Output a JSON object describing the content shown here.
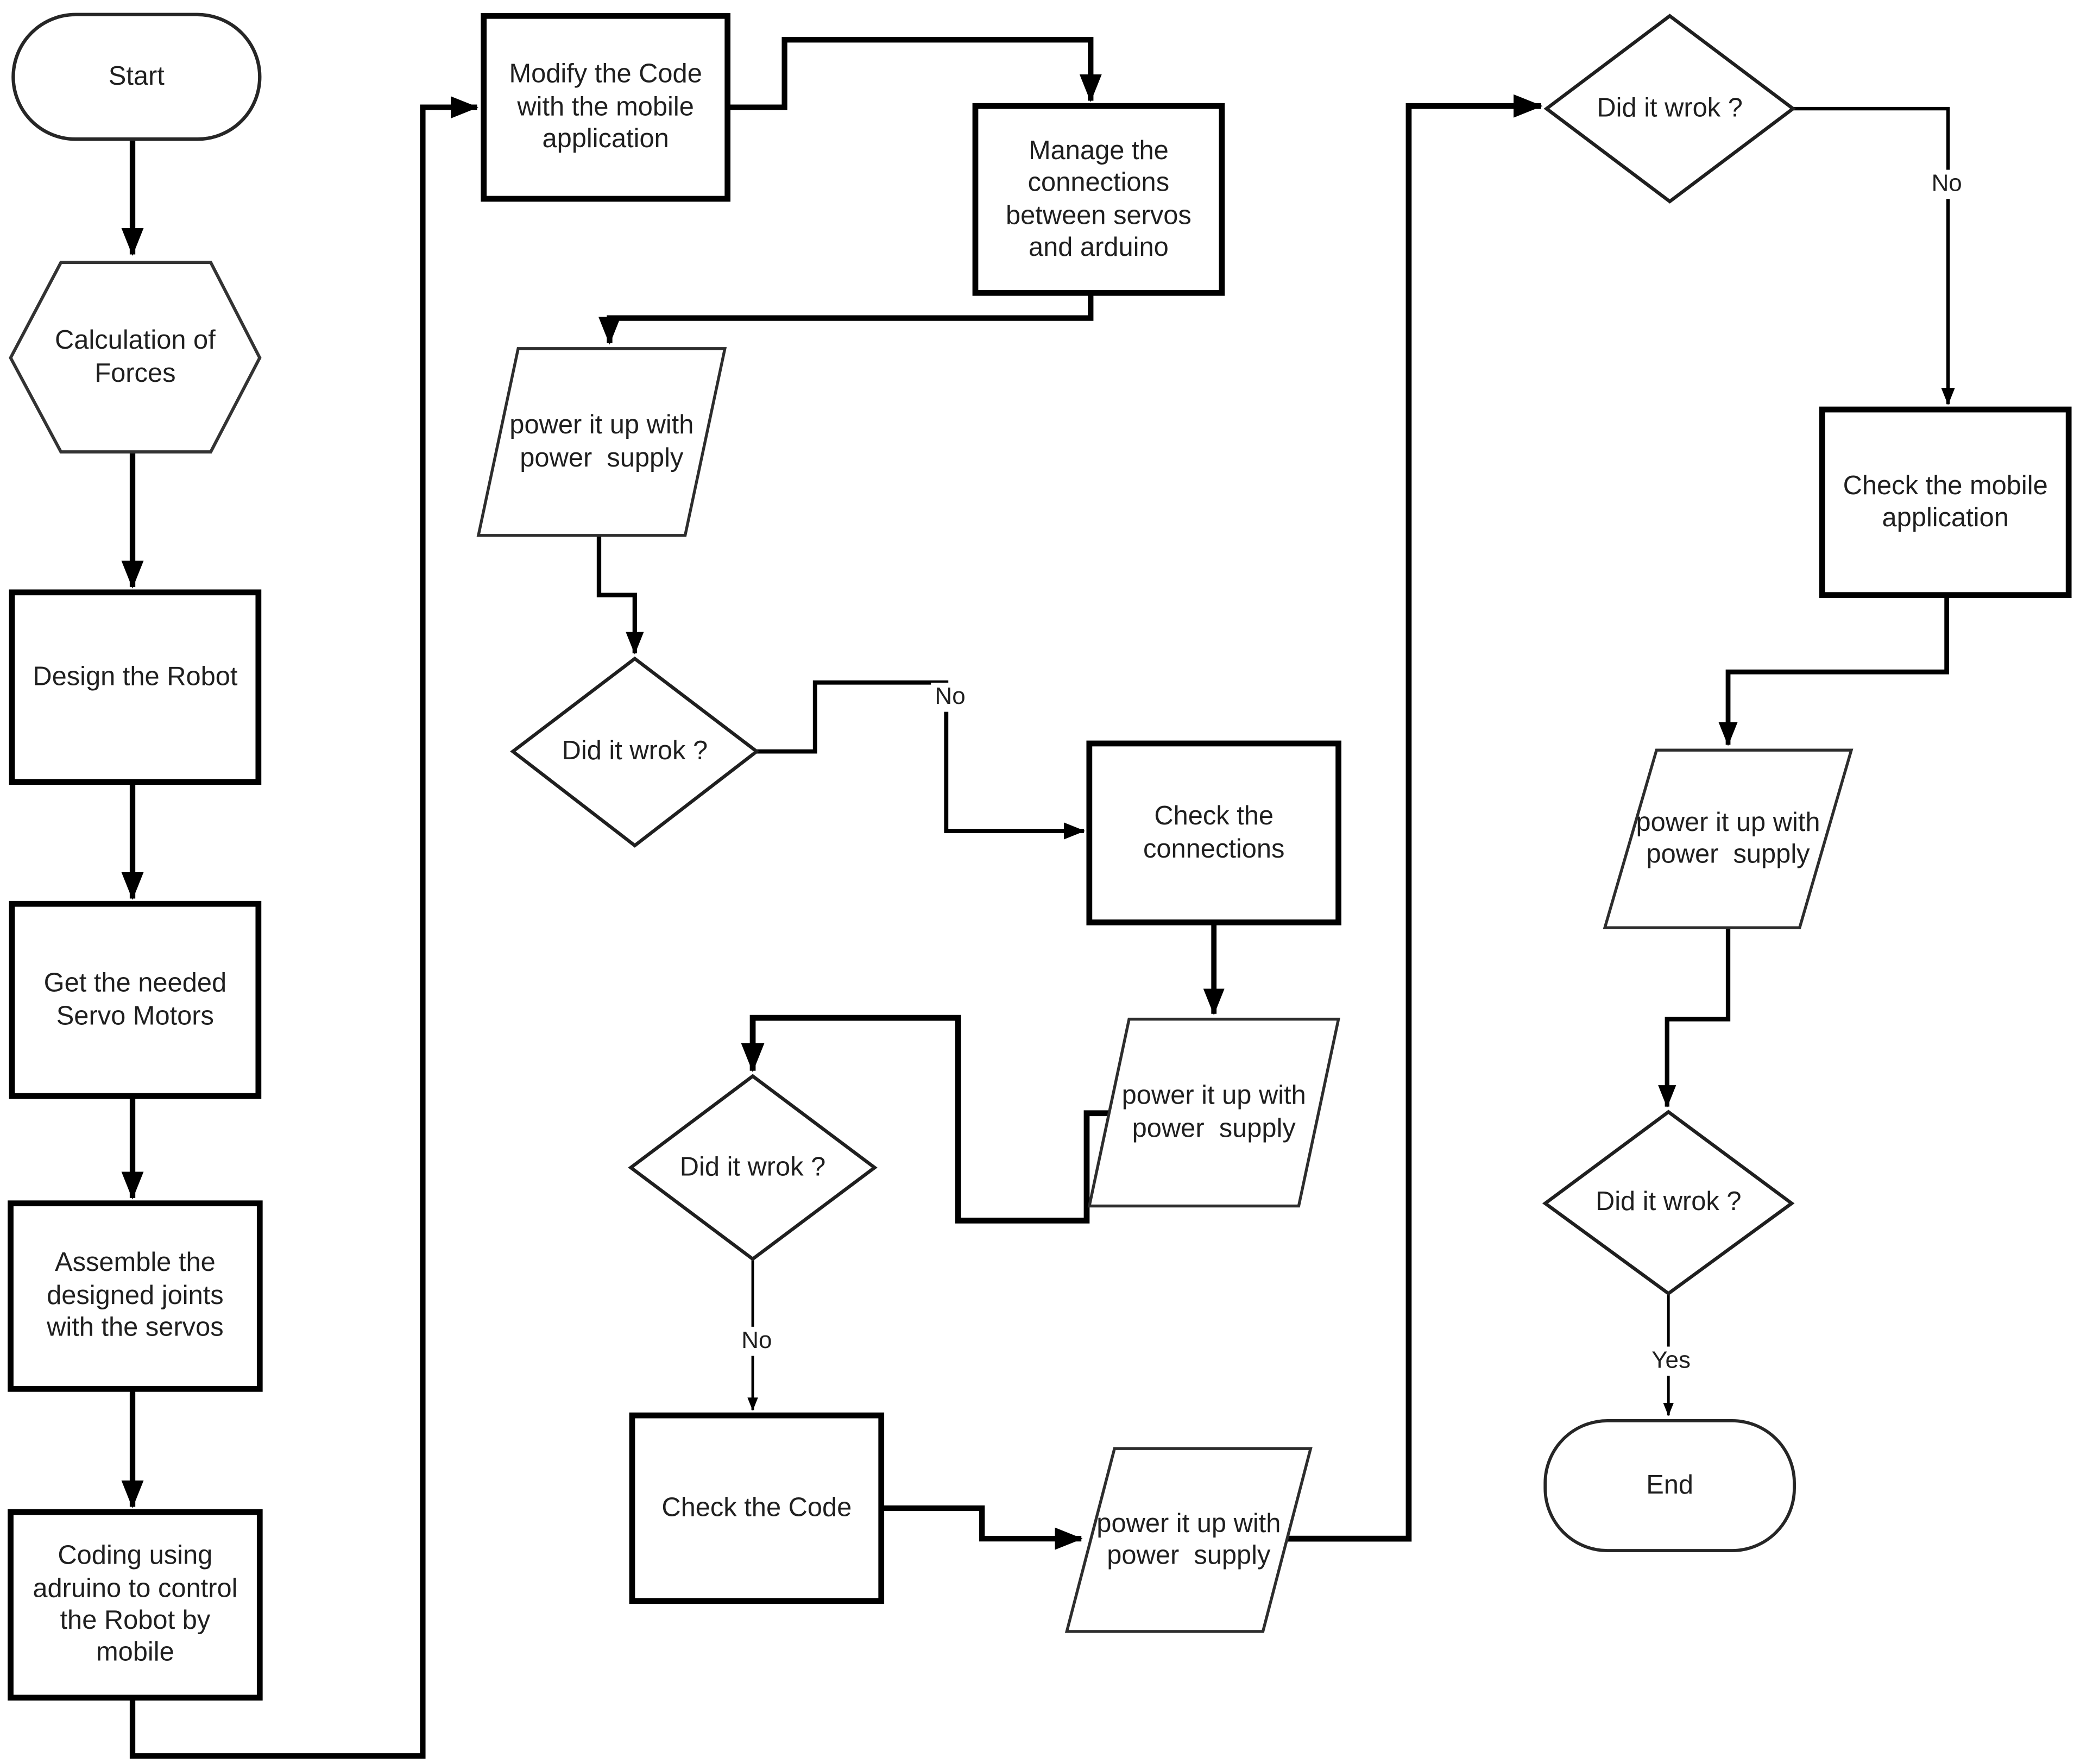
{
  "figure": {
    "type": "flowchart",
    "background_color": "#ffffff",
    "line_color": "#000000",
    "text_color": "#1f1f1f"
  },
  "nodes": {
    "start": {
      "label": "Start",
      "shape": "terminator"
    },
    "calculation_of_forces": {
      "label": "Calculation of\nForces",
      "shape": "hexagon"
    },
    "design_the_robot": {
      "label": "Design the Robot",
      "shape": "process"
    },
    "get_servo_motors": {
      "label": "Get the needed\nServo Motors",
      "shape": "process"
    },
    "assemble_joints": {
      "label": "Assemble the\ndesigned joints\nwith the servos",
      "shape": "process"
    },
    "coding_arduino": {
      "label": "Coding using\nadruino to control\nthe Robot by\nmobile",
      "shape": "process"
    },
    "modify_code": {
      "label": "Modify the Code\nwith the mobile\napplication",
      "shape": "process"
    },
    "manage_connections": {
      "label": "Manage the\nconnections\nbetween servos\nand arduino",
      "shape": "process"
    },
    "power_up_1": {
      "label": "power it up with\npower  supply",
      "shape": "input-output"
    },
    "did_it_work_1": {
      "label": "Did it wrok ?",
      "shape": "decision"
    },
    "check_connections": {
      "label": "Check the\nconnections",
      "shape": "process"
    },
    "power_up_2": {
      "label": "power it up with\npower  supply",
      "shape": "input-output"
    },
    "did_it_work_2": {
      "label": "Did it wrok ?",
      "shape": "decision"
    },
    "check_the_code": {
      "label": "Check the Code",
      "shape": "process"
    },
    "power_up_3": {
      "label": "power it up with\npower  supply",
      "shape": "input-output"
    },
    "did_it_work_3": {
      "label": "Did it wrok ?",
      "shape": "decision"
    },
    "check_mobile_application": {
      "label": "Check the mobile\napplication",
      "shape": "process"
    },
    "power_up_4": {
      "label": "power it up with\npower  supply",
      "shape": "input-output"
    },
    "did_it_work_4": {
      "label": "Did it wrok ?",
      "shape": "decision"
    },
    "end": {
      "label": "End",
      "shape": "terminator"
    }
  },
  "edge_labels": {
    "no_after_work_1": "No",
    "no_after_work_2": "No",
    "no_after_work_3": "No",
    "yes_after_work_4": "Yes"
  }
}
